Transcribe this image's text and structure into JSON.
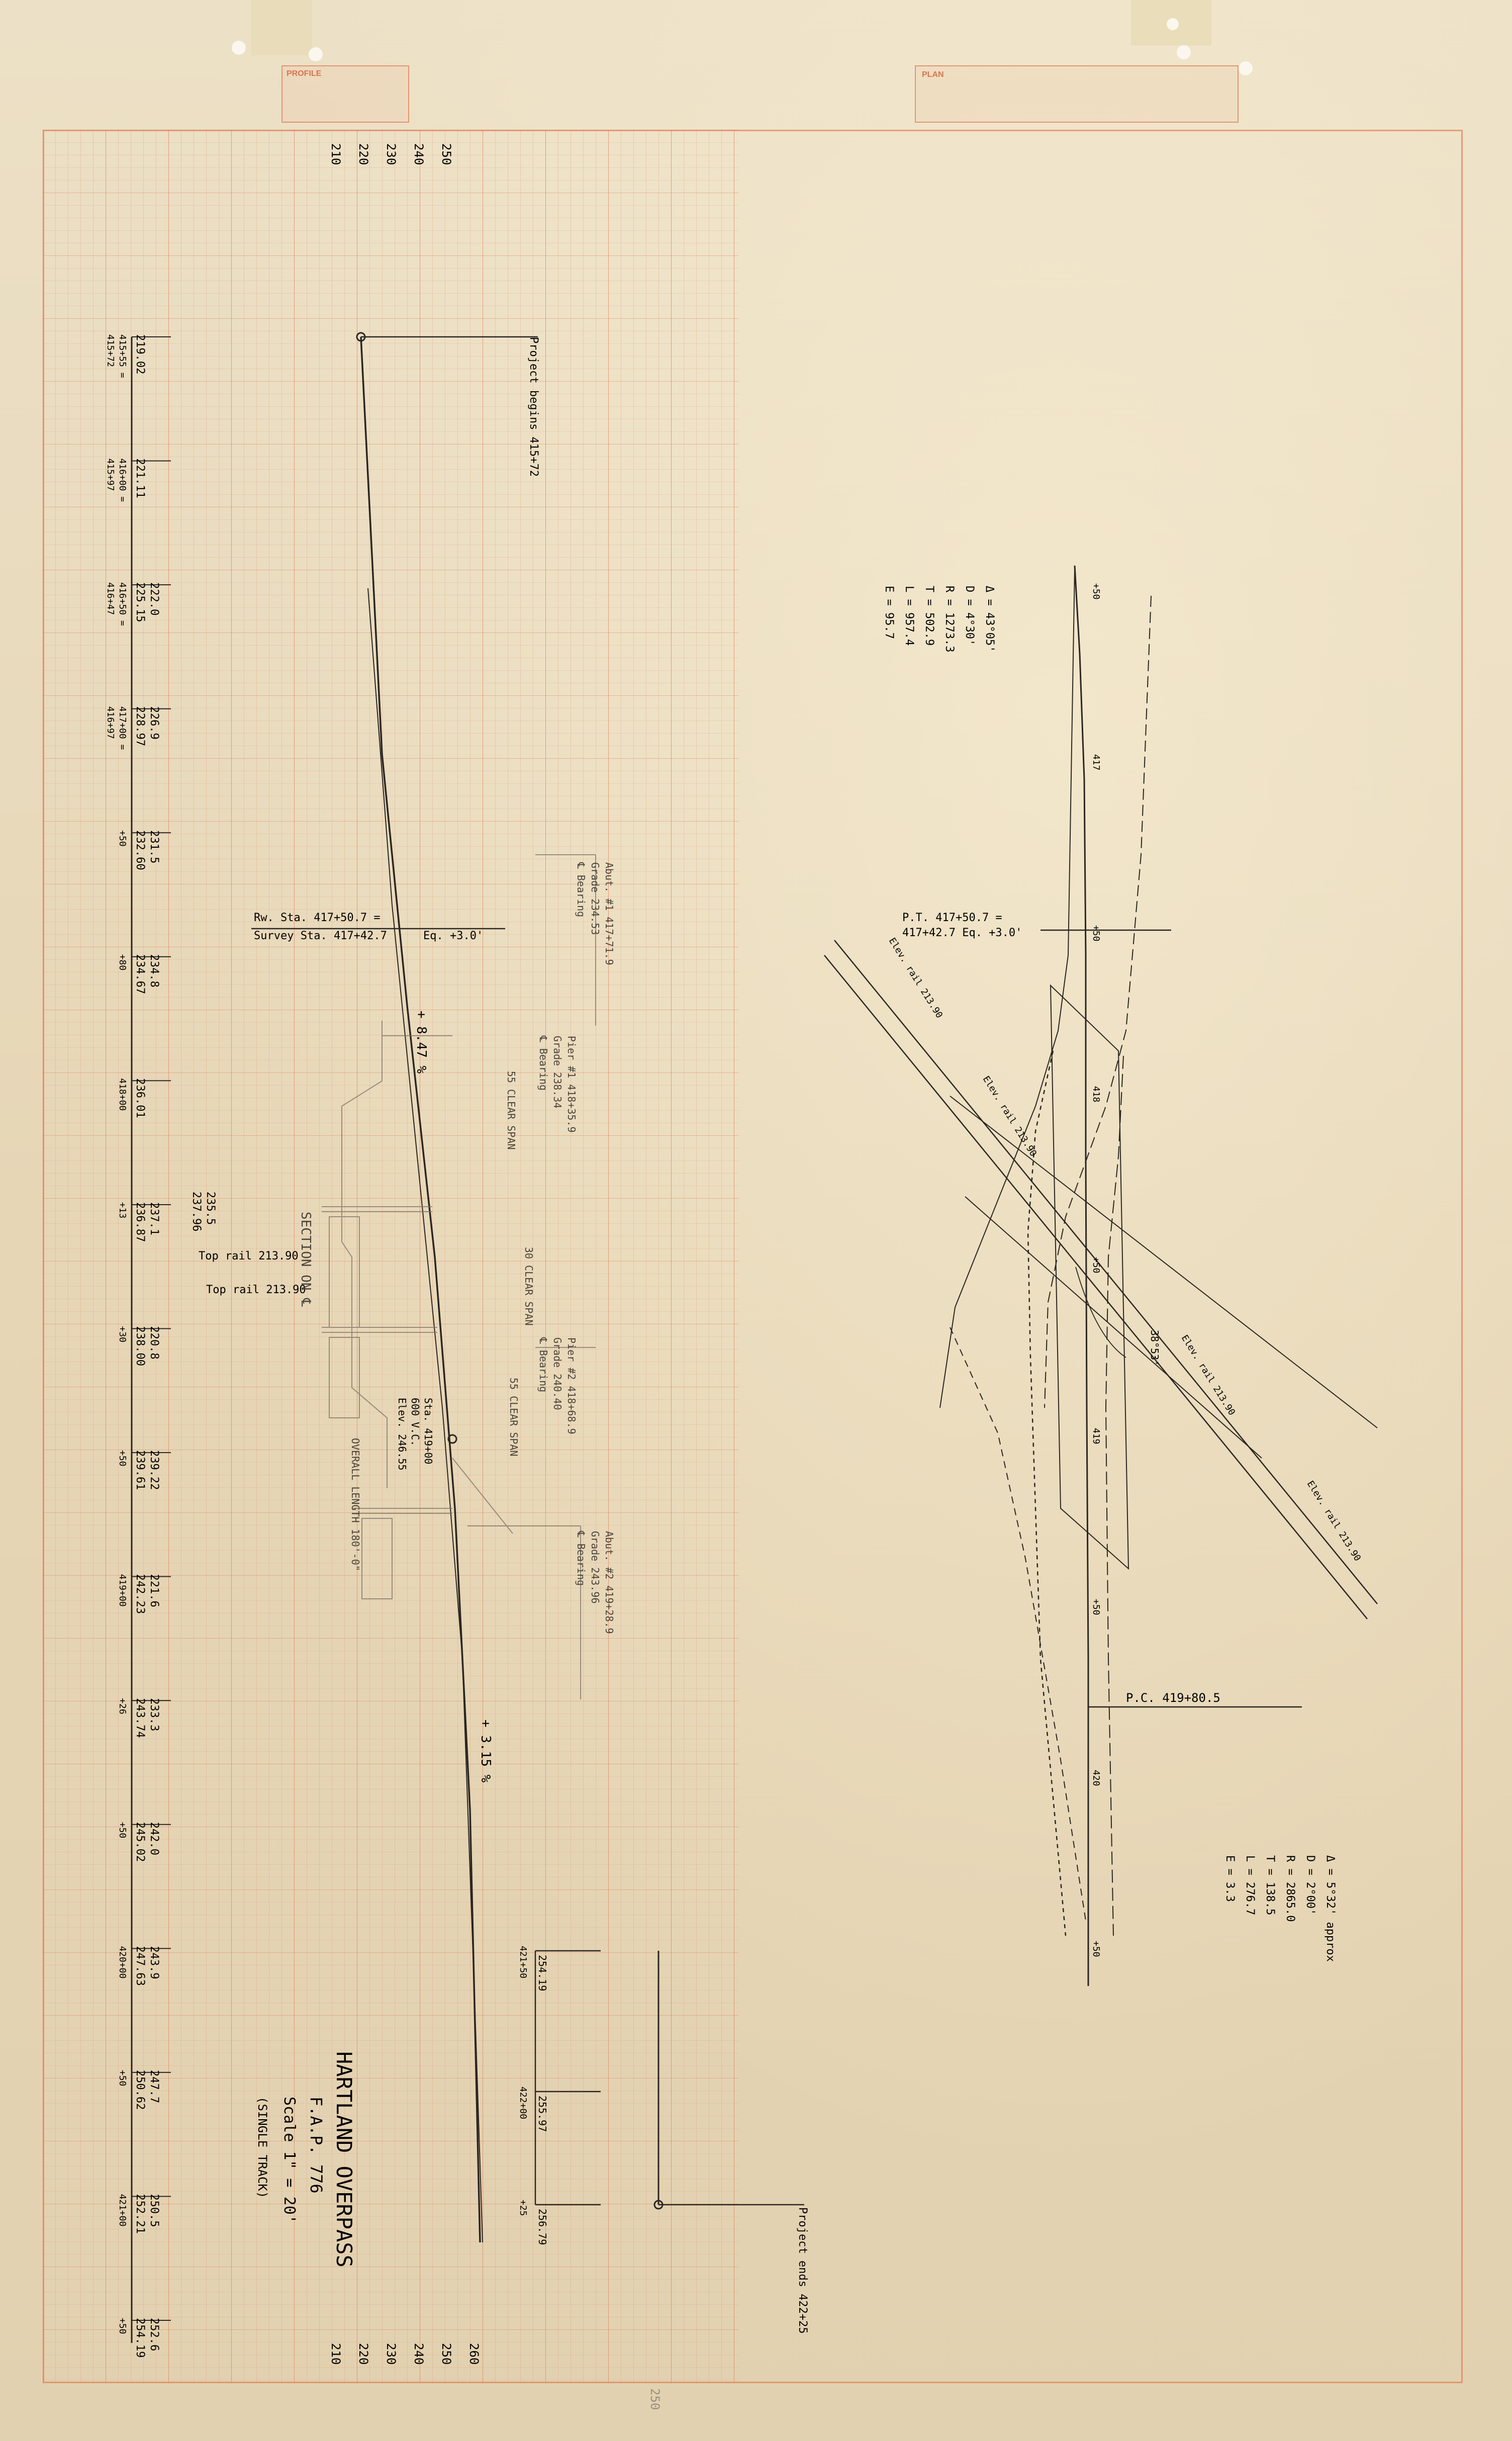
{
  "sheet": {
    "profile_tab": "PROFILE",
    "plan_tab": "PLAN"
  },
  "title": {
    "line1": "HARTLAND OVERPASS",
    "line2": "F.A.P. 776",
    "line3": "Scale 1\" = 20'",
    "line4": "(SINGLE TRACK)"
  },
  "elevation_scale_top": [
    "210",
    "220",
    "230",
    "240",
    "250"
  ],
  "elevation_scale_bottom": [
    "210",
    "220",
    "230",
    "240",
    "250",
    "260"
  ],
  "profile": {
    "project_begins": "Project begins 415+72",
    "project_ends": "Project ends 422+25",
    "grade_down": "+ 8.47 %",
    "grade_up": "+ 3.15 %",
    "equation": {
      "line1": "Rw. Sta. 417+50.7 =",
      "line2": "Survey Sta. 417+42.7",
      "eq": "Eq. +3.0'"
    },
    "stations": [
      {
        "sta": "415+55 =\n415+72",
        "upper": "",
        "lower": "219.02"
      },
      {
        "sta": "416+00 =\n415+97",
        "upper": "",
        "lower": "221.11"
      },
      {
        "sta": "416+50 =\n416+47",
        "upper": "222.0",
        "lower": "225.15"
      },
      {
        "sta": "417+00 =\n416+97",
        "upper": "226.9",
        "lower": "228.97"
      },
      {
        "sta": "+50",
        "upper": "231.5",
        "lower": "232.60"
      },
      {
        "sta": "+80",
        "upper": "234.8",
        "lower": "234.67"
      },
      {
        "sta": "418+00",
        "upper": "",
        "lower": "236.01"
      },
      {
        "sta": "+13",
        "upper": "237.1",
        "lower": "236.87"
      },
      {
        "sta": "+30",
        "upper": "220.8",
        "lower": "238.00"
      },
      {
        "sta": "+50",
        "upper": "239.22",
        "lower": "239.61"
      },
      {
        "sta": "419+00",
        "upper": "221.6",
        "lower": "242.23"
      },
      {
        "sta": "+26",
        "upper": "233.3",
        "lower": "243.74"
      },
      {
        "sta": "+50",
        "upper": "242.0",
        "lower": "245.02"
      },
      {
        "sta": "420+00",
        "upper": "243.9",
        "lower": "247.63"
      },
      {
        "sta": "+50",
        "upper": "247.7",
        "lower": "250.62"
      },
      {
        "sta": "421+00",
        "upper": "250.5",
        "lower": "252.21"
      },
      {
        "sta": "+50",
        "upper": "252.6",
        "lower": "254.19"
      }
    ],
    "extra_elev": "235.5\n237.96",
    "top_rail_1": "Top rail 213.90",
    "top_rail_2": "Top rail 213.90",
    "section": "SECTION ON ℄",
    "spans": [
      "55 CLEAR SPAN",
      "30 CLEAR SPAN",
      "55 CLEAR SPAN"
    ],
    "abutments": [
      "Abut. #1  417+71.9\nGrade 234.53\n℄ Bearing",
      "Pier #1  418+35.9\nGrade 238.34\n℄ Bearing",
      "Pier #2  418+68.9\nGrade 240.40\n℄ Bearing",
      "Abut. #2  419+28.9\nGrade 243.96\n℄ Bearing"
    ],
    "vpi": "Sta. 419+00\n600 V.C.\nElev. 246.55",
    "overall_length": "OVERALL LENGTH 180'-0\"",
    "right_stations": [
      {
        "sta": "421+50",
        "elev": "254.19"
      },
      {
        "sta": "422+00",
        "elev": "255.97"
      },
      {
        "sta": "+25",
        "elev": "256.79"
      }
    ],
    "faint_stamp": "250"
  },
  "plan": {
    "curve1": [
      "Δ = 43°05'",
      "D = 4°30'",
      "R = 1273.3",
      "T = 502.9",
      "L = 957.4",
      "E = 95.7"
    ],
    "curve2": [
      "Δ = 5°32' approx",
      "D = 2°00'",
      "R = 2865.0",
      "T = 138.5",
      "L = 276.7",
      "E = 3.3"
    ],
    "pt": "P.T. 417+50.7 =\n417+42.7  Eq. +3.0'",
    "pc": "P.C. 419+80.5",
    "stations": [
      "+50",
      "417",
      "+50",
      "418",
      "+50",
      "419",
      "+50",
      "420",
      "+50"
    ],
    "elev_labels": [
      "Elev. rail 213.90",
      "Elev. rail 213.90",
      "Elev. rail 213.90",
      "Elev. rail 213.90"
    ],
    "angle": "38°53'"
  }
}
